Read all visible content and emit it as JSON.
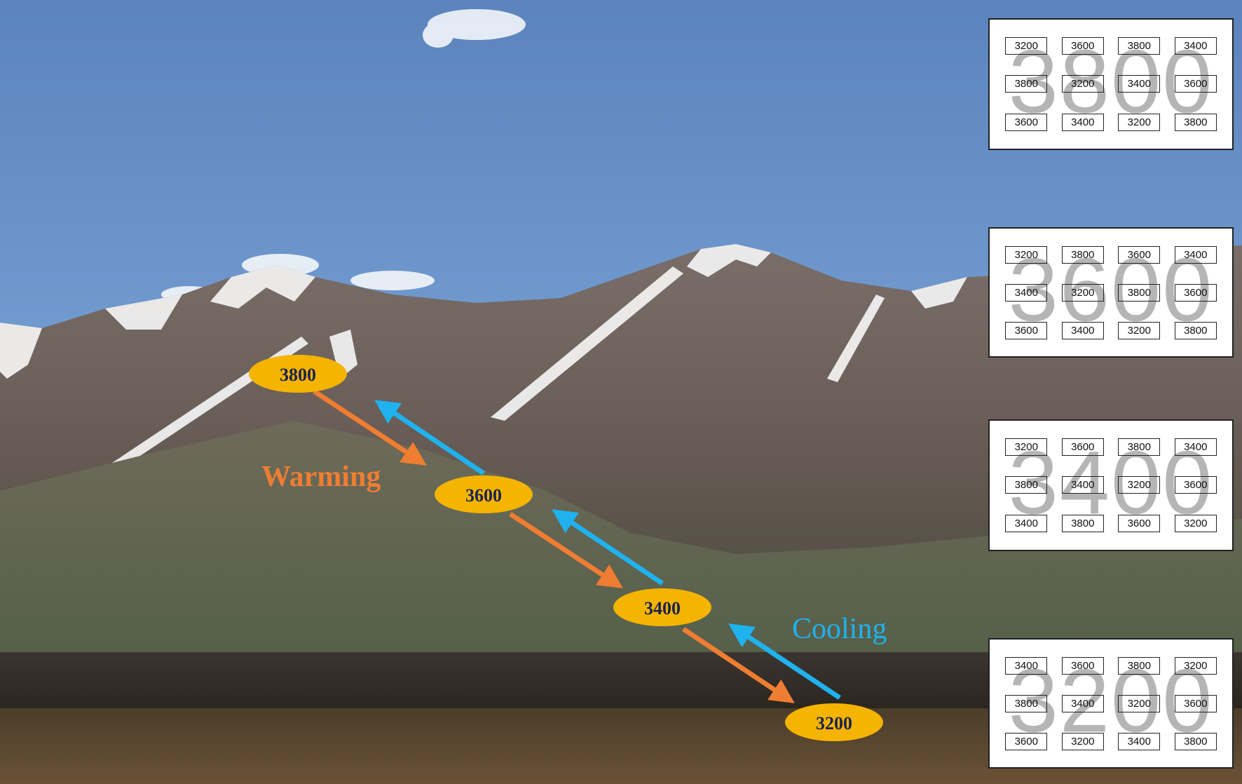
{
  "colors": {
    "warming": "#ef7d32",
    "cooling": "#1fb2ef",
    "node_fill": "#f5b400",
    "node_text": "#1a2350"
  },
  "labels": {
    "warming": "Warming",
    "cooling": "Cooling"
  },
  "nodes": [
    "3800",
    "3600",
    "3400",
    "3200"
  ],
  "panels": [
    {
      "title": "3800",
      "cells": [
        "3200",
        "3600",
        "3800",
        "3400",
        "3800",
        "3200",
        "3400",
        "3600",
        "3600",
        "3400",
        "3200",
        "3800"
      ]
    },
    {
      "title": "3600",
      "cells": [
        "3200",
        "3800",
        "3600",
        "3400",
        "3400",
        "3200",
        "3800",
        "3600",
        "3600",
        "3400",
        "3200",
        "3800"
      ]
    },
    {
      "title": "3400",
      "cells": [
        "3200",
        "3600",
        "3800",
        "3400",
        "3800",
        "3400",
        "3200",
        "3600",
        "3400",
        "3800",
        "3600",
        "3200"
      ]
    },
    {
      "title": "3200",
      "cells": [
        "3400",
        "3600",
        "3800",
        "3200",
        "3800",
        "3400",
        "3200",
        "3600",
        "3600",
        "3200",
        "3400",
        "3800"
      ]
    }
  ]
}
